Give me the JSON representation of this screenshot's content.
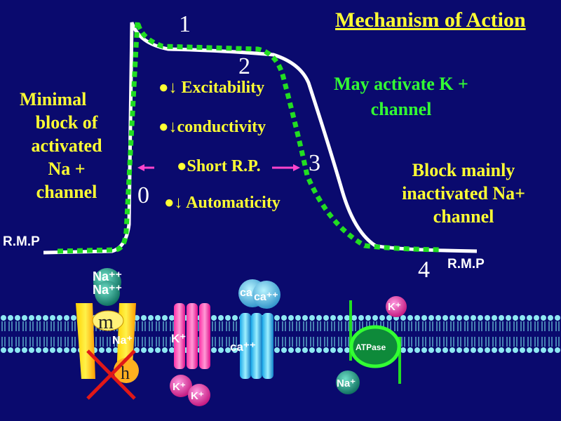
{
  "title": "Mechanism of Action",
  "phases": {
    "p0": "0",
    "p1": "1",
    "p2": "2",
    "p3": "3",
    "p4": "4"
  },
  "left_label": [
    "Minimal",
    "block of",
    "activated",
    "Na +",
    "channel"
  ],
  "right_top_label": [
    "May activate K +",
    "channel"
  ],
  "right_label": [
    "Block mainly",
    "inactivated Na+",
    "channel"
  ],
  "bullets": {
    "excitability": "●↓ Excitability",
    "conductivity": "●↓conductivity",
    "short_rp": "●Short R.P.",
    "automaticity": "●↓ Automaticity"
  },
  "rmp_left": "R.M.P",
  "rmp_right": "R.M.P",
  "membrane": {
    "na_ion_top_1": "Na⁺⁺",
    "na_ion_top_2": "Na⁺⁺",
    "m_gate": "m",
    "na_channel": "Na⁺",
    "h_gate": "h",
    "k_channel": "K⁺",
    "k_ion_1": "K⁺",
    "k_ion_2": "K⁺",
    "ca_ion_1": "ca",
    "ca_ion_2": "ca⁺⁺",
    "ca_channel": "ca⁺⁺",
    "atpase": "ATPase",
    "k_pump_ion": "K⁺",
    "na_pump_ion": "Na⁺"
  },
  "colors": {
    "background": "#0a0a6e",
    "action_potential": "#ffffff",
    "drug_curve": "#22dd22",
    "yellow_text": "#ffff33",
    "green_text": "#33ff33",
    "arrow": "#ff44cc",
    "membrane": "#66ddee"
  }
}
